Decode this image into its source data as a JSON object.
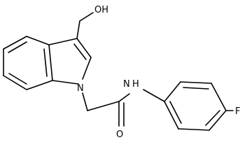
{
  "molecule": {
    "atom_labels": {
      "hydroxyl": "OH",
      "indole_nitrogen": "N",
      "amide_nitrogen": "N",
      "amide_hydrogen": "H",
      "carbonyl_oxygen": "O",
      "fluorine": "F"
    }
  }
}
